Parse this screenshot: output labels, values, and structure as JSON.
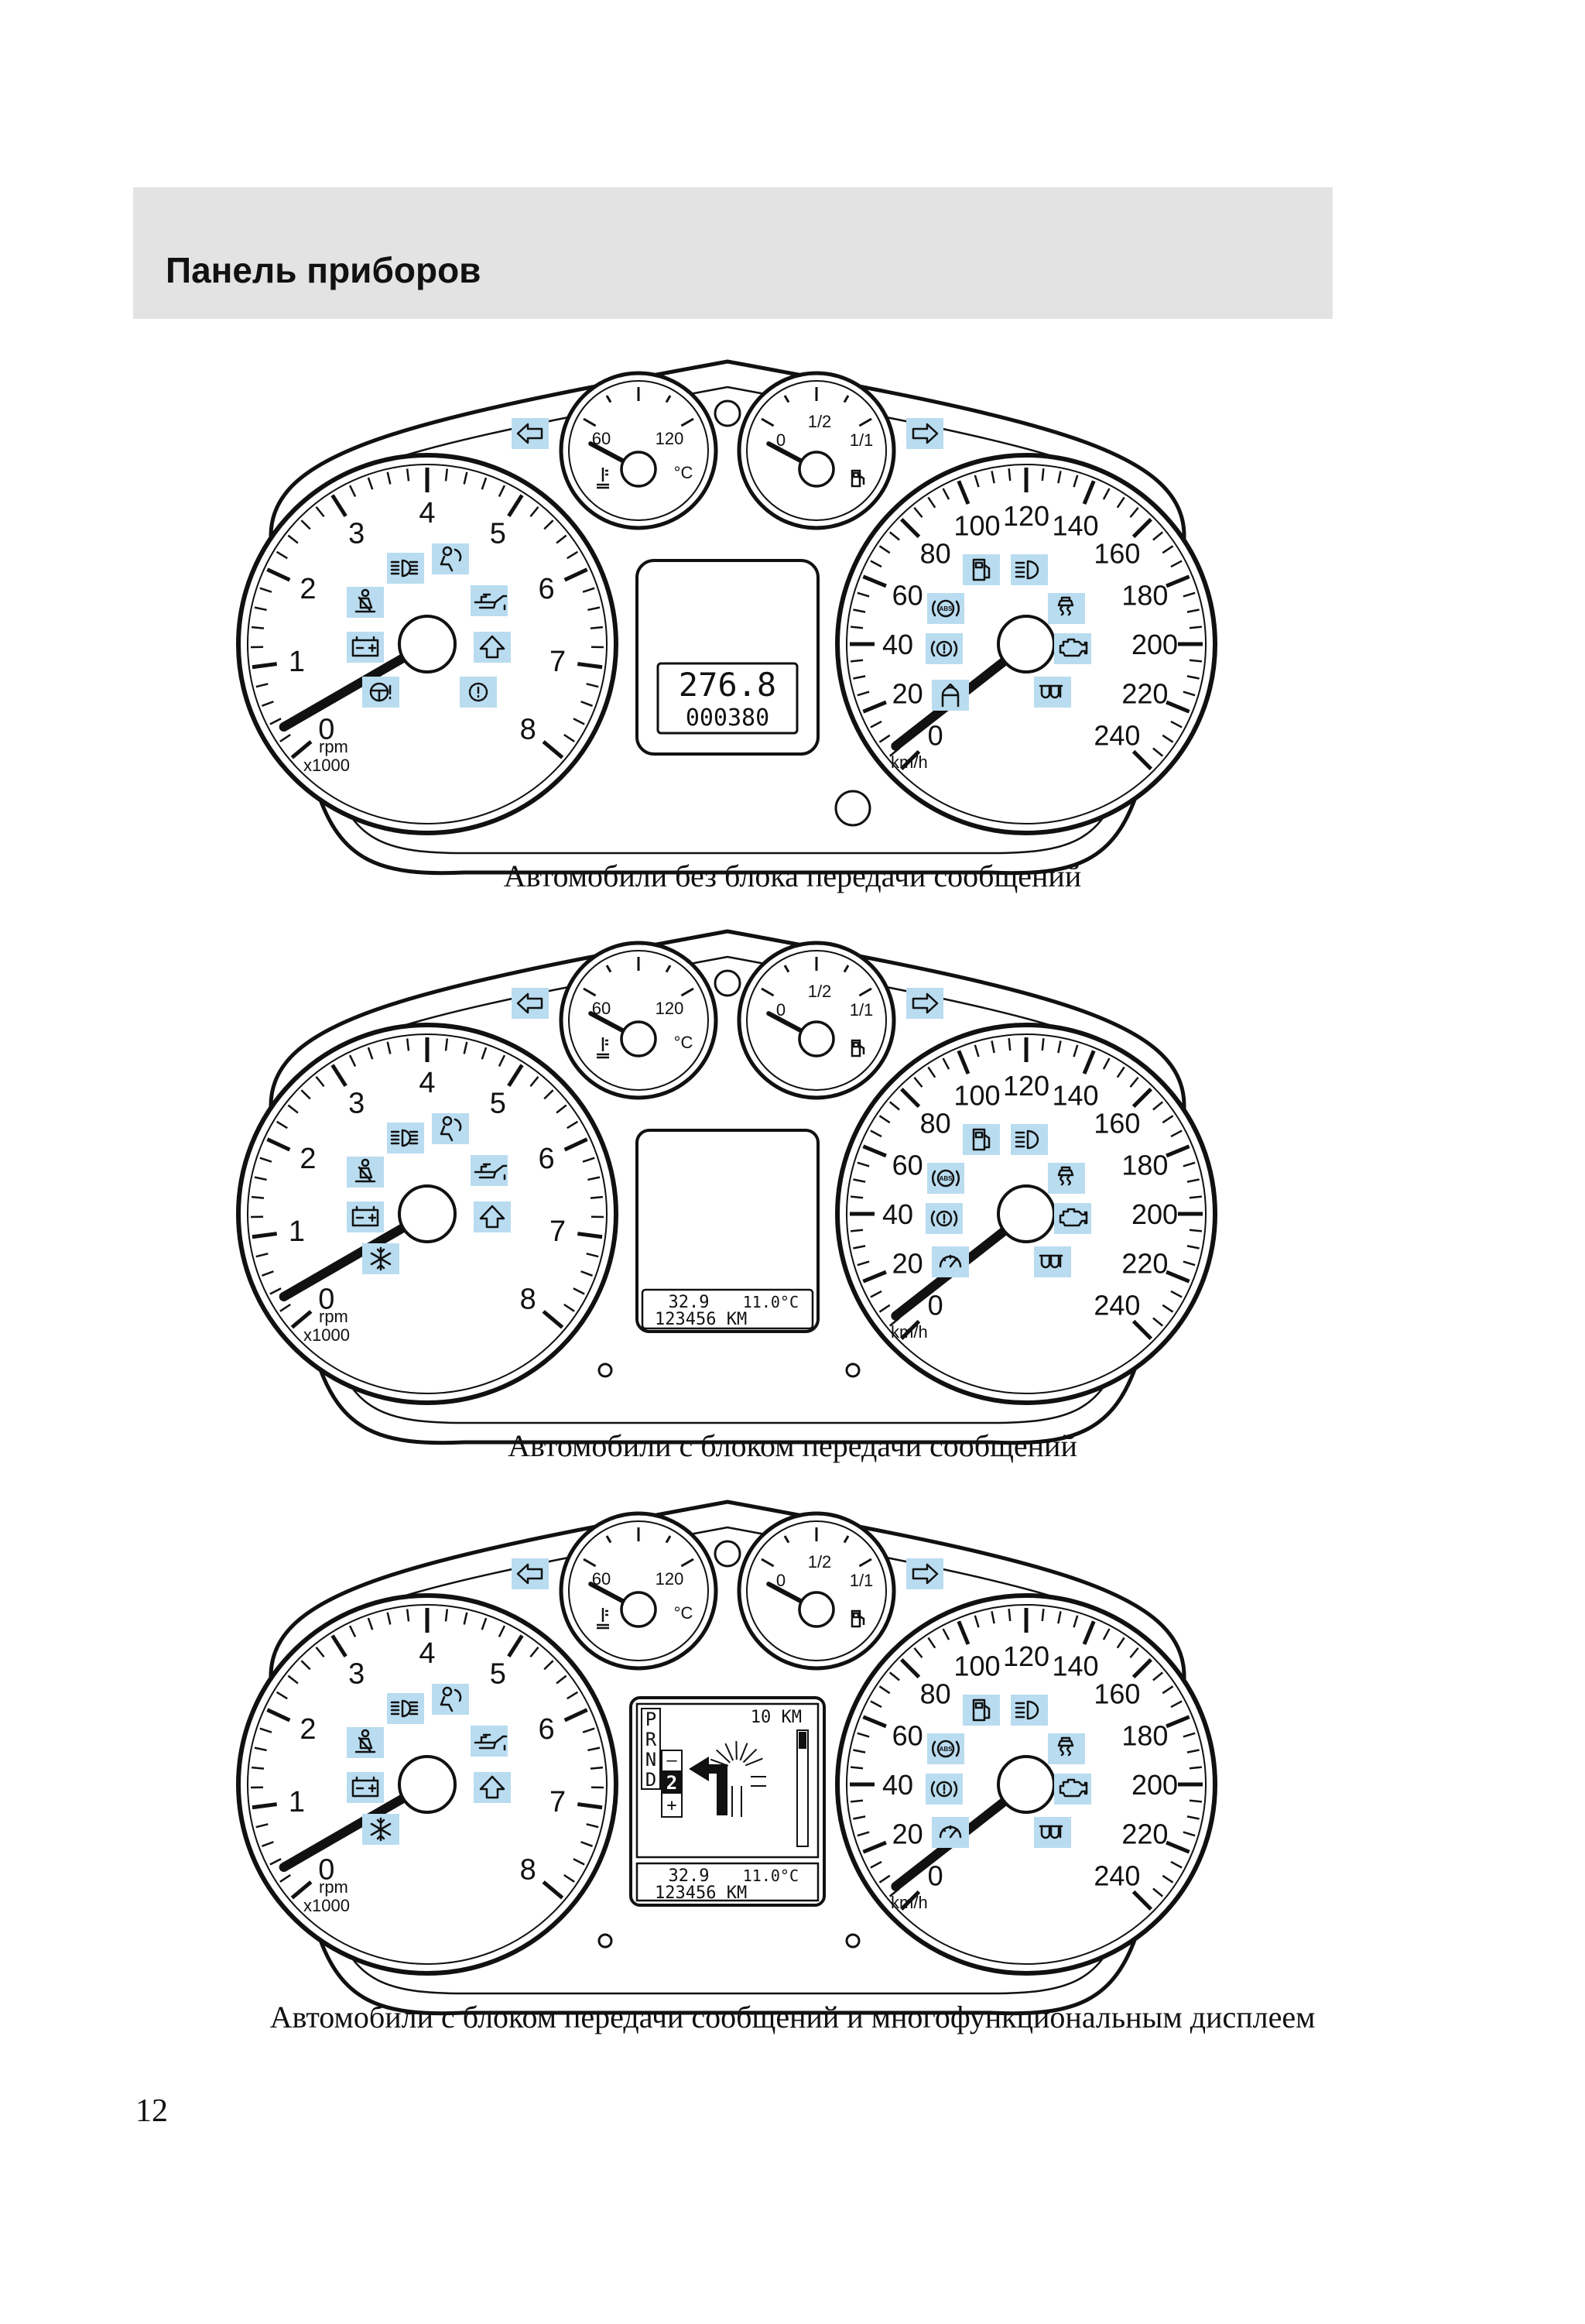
{
  "page": {
    "title": "Панель приборов",
    "page_number": "12"
  },
  "units": {
    "rpm": "rpm",
    "rpm_mult": "x1000",
    "speed": "km/h",
    "temp": "°C"
  },
  "tacho_ticks": [
    "0",
    "1",
    "2",
    "3",
    "4",
    "5",
    "6",
    "7",
    "8"
  ],
  "speedo_ticks": [
    "0",
    "20",
    "40",
    "60",
    "80",
    "100",
    "120",
    "140",
    "160",
    "180",
    "200",
    "220",
    "240"
  ],
  "temp_gauge": {
    "low": "60",
    "high": "120"
  },
  "fuel_gauge": {
    "empty": "0",
    "half": "1/2",
    "full": "1/1"
  },
  "clusters": [
    {
      "caption": "Автомобили без блока передачи сообщений",
      "trip": "276.8",
      "odometer": "000380"
    },
    {
      "caption": "Автомобили с блоком передачи сообщений",
      "fuel_economy": "32.9",
      "outside_temp": "11.0°C",
      "odometer": "123456 KM"
    },
    {
      "caption": "Автомобили с блоком передачи сообщений и многофункциональным дисплеем",
      "distance": "10 KM",
      "gear_positions": [
        "P",
        "R",
        "N",
        "D"
      ],
      "gear_minus": "–",
      "gear_plus": "+",
      "current_gear": "2",
      "fuel_economy": "32.9",
      "outside_temp": "11.0°C",
      "odometer": "123456 KM"
    }
  ],
  "colors": {
    "indicator_bg": "#b9dcf0",
    "header_bg": "#e3e3e3"
  }
}
